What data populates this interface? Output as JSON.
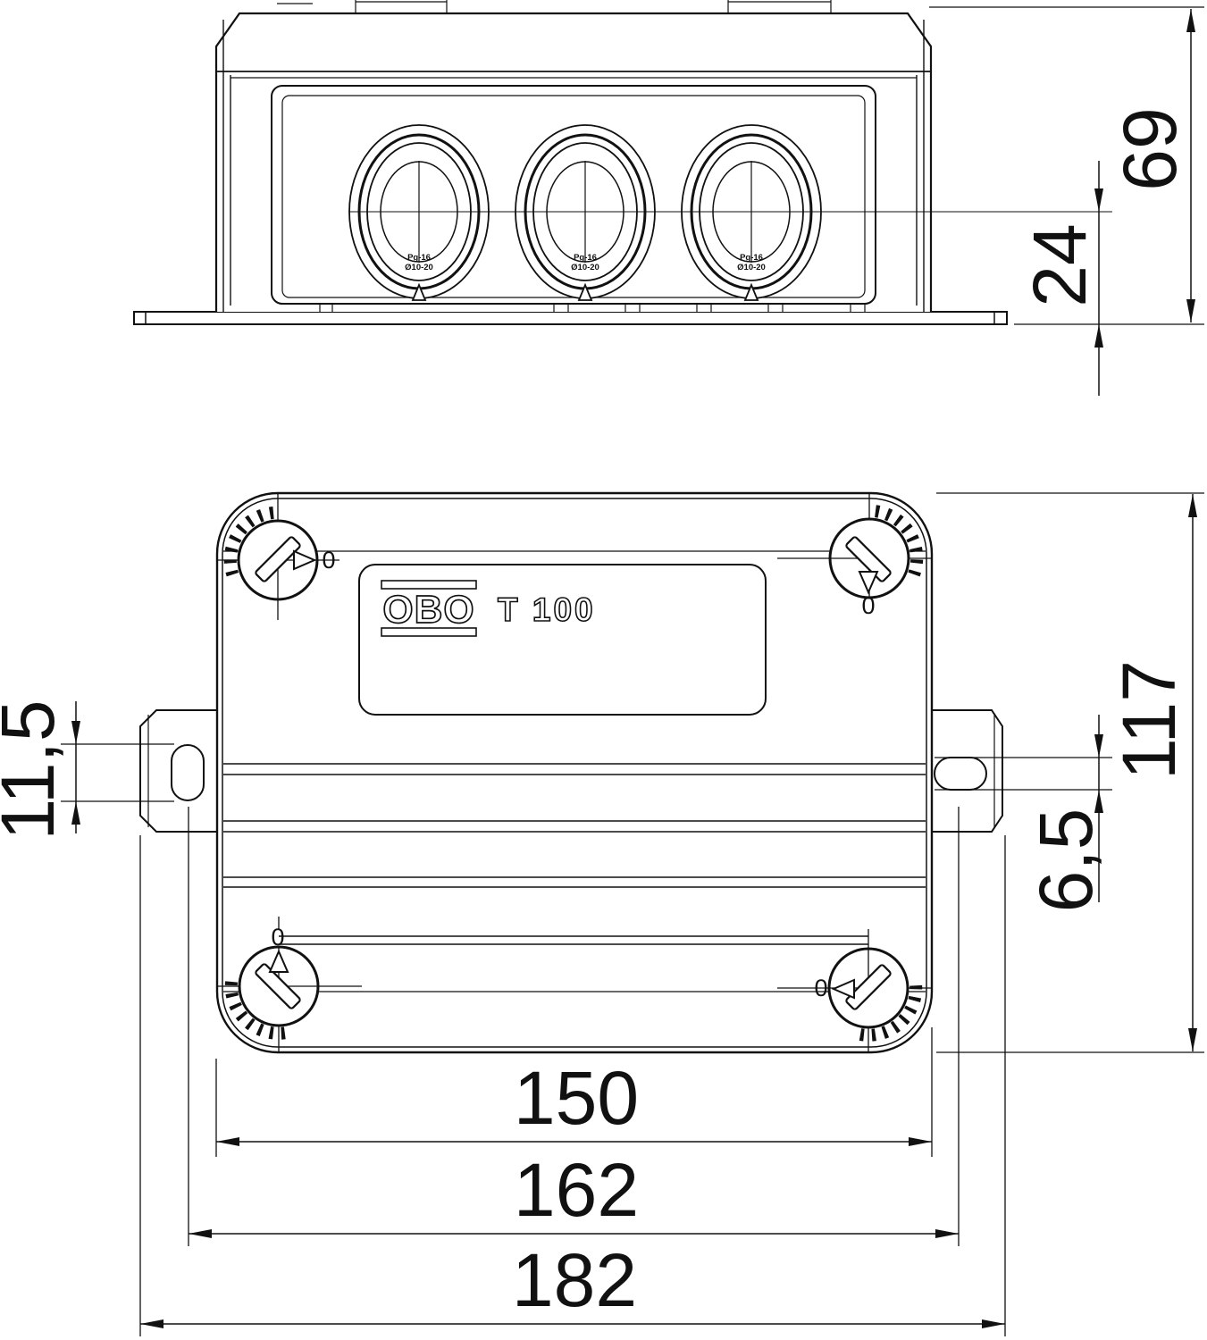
{
  "title": "Dimensional drawing - junction box",
  "brand": {
    "logo_text": "OBO",
    "model": "T 100"
  },
  "side_view": {
    "cable_entries": 3,
    "entry_marking_line1": "Pg-16",
    "entry_marking_line2": "Ø10-20",
    "dimensions": {
      "overall_height": "69",
      "base_to_entry_center": "24"
    }
  },
  "top_view": {
    "screw_mark": "0",
    "dimensions": {
      "slot_length": "11,5",
      "slot_width": "6,5",
      "body_height": "117",
      "body_width": "150",
      "fixing_centers": "162",
      "overall_width": "182"
    }
  },
  "colors": {
    "line": "#111111",
    "background": "#ffffff"
  }
}
